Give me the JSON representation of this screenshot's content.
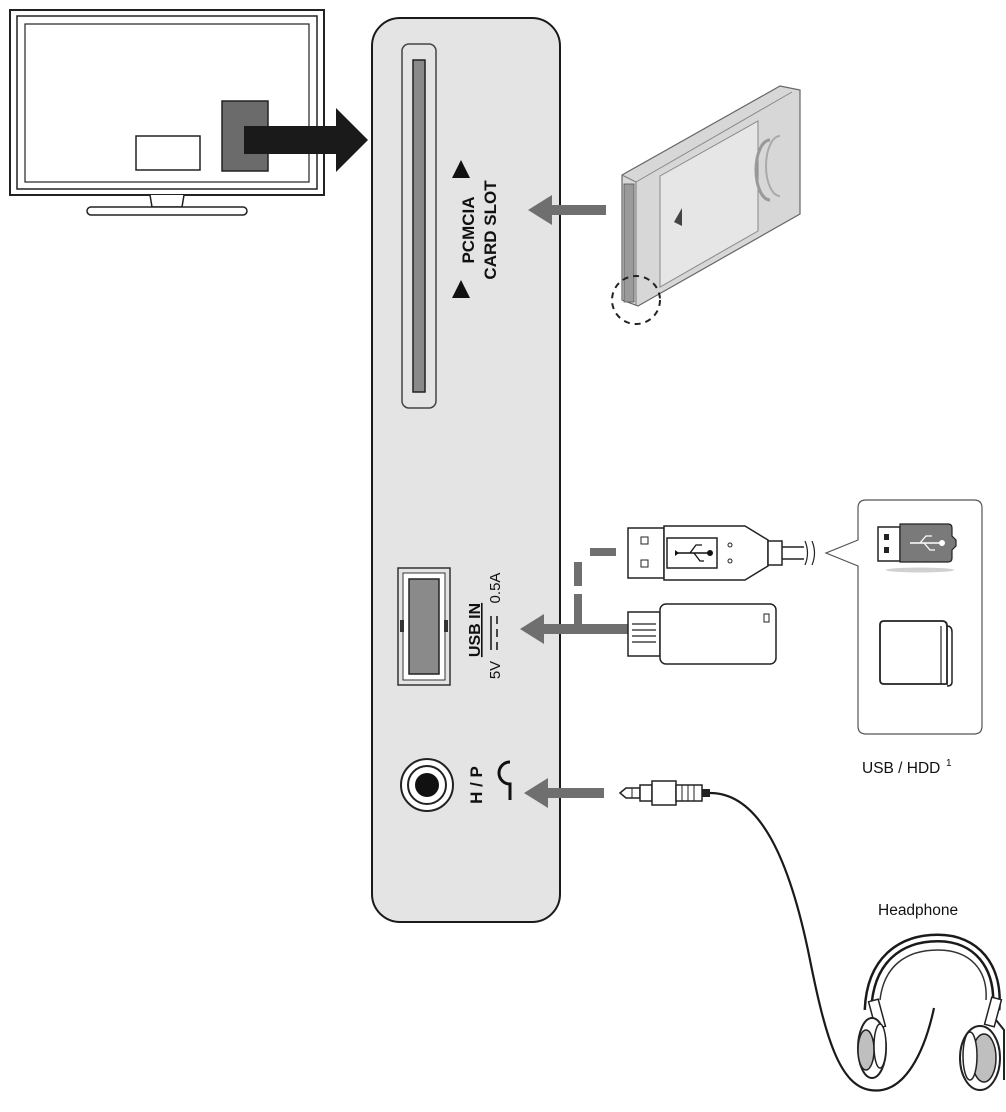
{
  "panel": {
    "pcmcia_line1": "PCMCIA",
    "pcmcia_line2": "CARD SLOT",
    "usb_label": "USB IN",
    "usb_rating_left": "5V",
    "usb_rating_right": "0.5A",
    "hp_label": "H / P"
  },
  "devices": {
    "usb_hdd_label": "USB / HDD",
    "usb_hdd_superscript": "1",
    "headphone_label": "Headphone"
  },
  "colors": {
    "panel_fill": "#e4e4e4",
    "outline": "#1a1a1a",
    "arrow_gray": "#6f6f6f",
    "tv_arrow": "#1a1a1a",
    "module_fill": "#d7d7d7"
  }
}
